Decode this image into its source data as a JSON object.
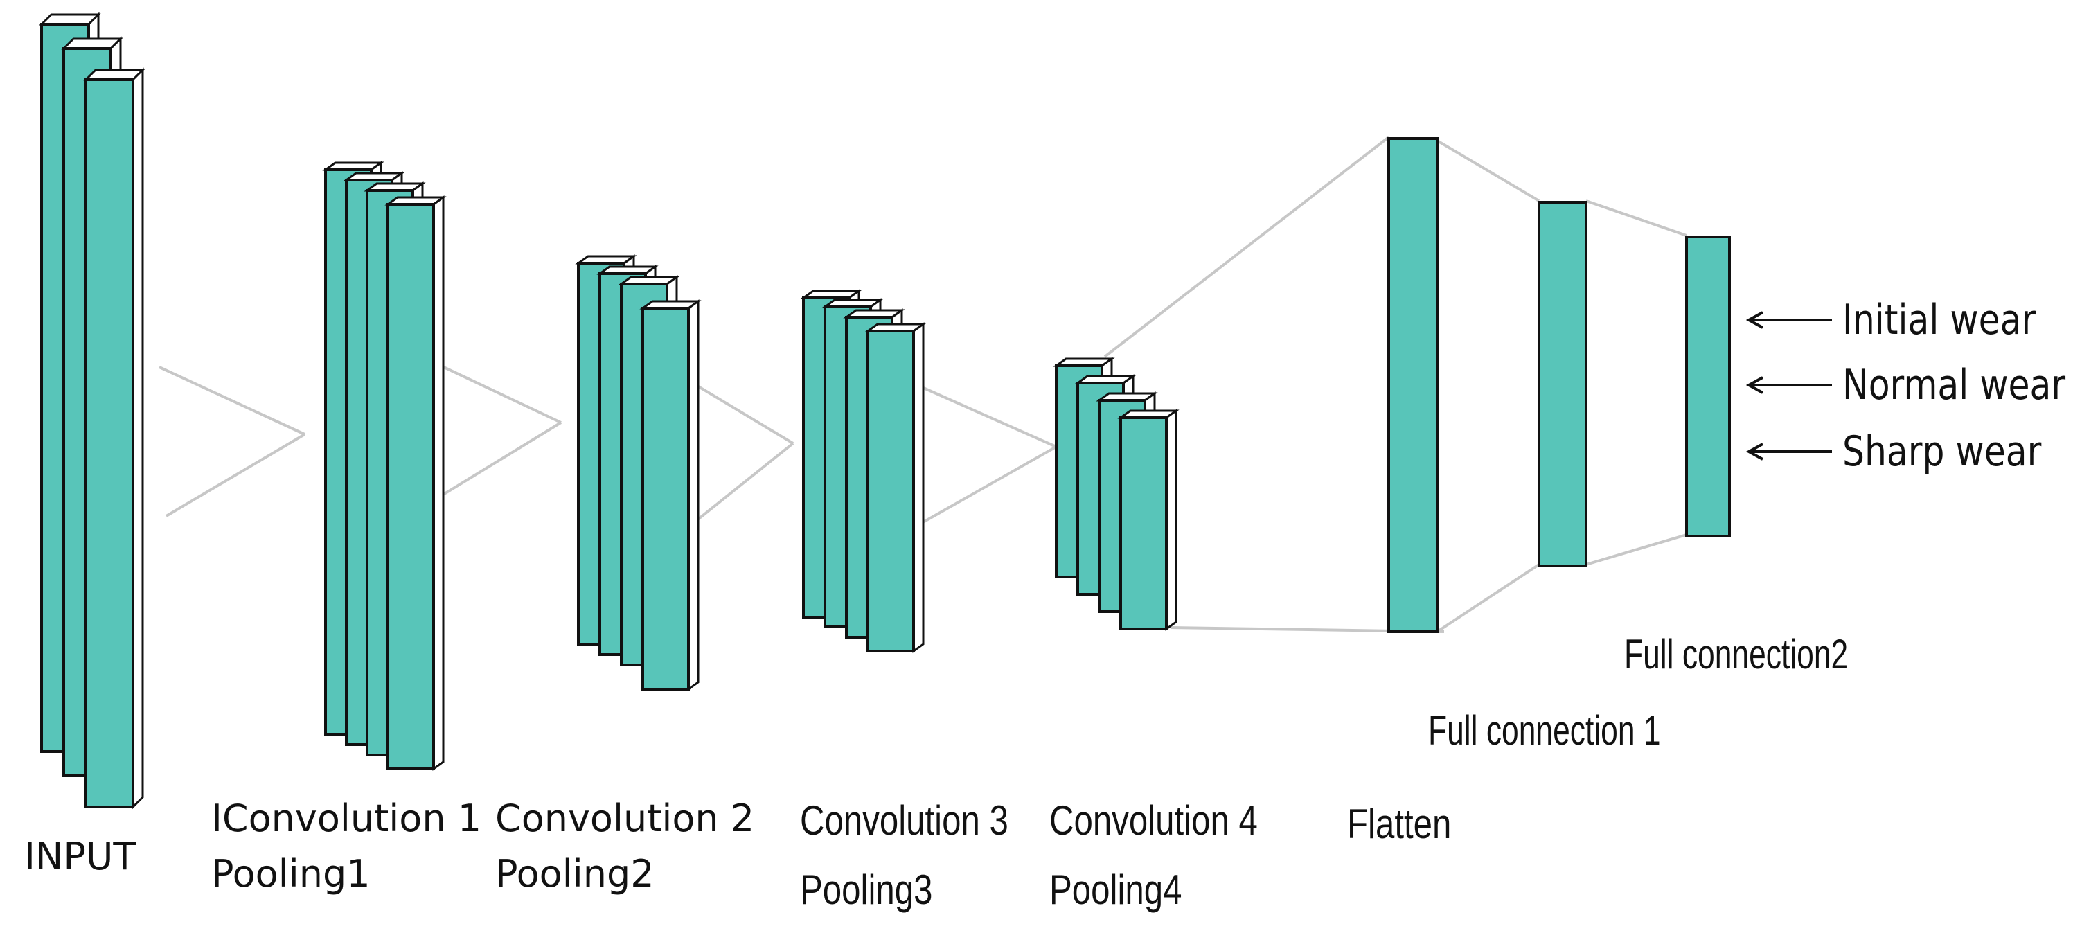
{
  "colors": {
    "layer_fill": "#58c5b9",
    "outline": "#111111",
    "connector": "#c7c7c7",
    "label": "#111111"
  },
  "layers": [
    {
      "id": "input",
      "lines": [
        "INPUT"
      ]
    },
    {
      "id": "conv1",
      "lines": [
        "IConvolution 1",
        "Pooling1"
      ]
    },
    {
      "id": "conv2",
      "lines": [
        "Convolution 2",
        "Pooling2"
      ]
    },
    {
      "id": "conv3",
      "lines": [
        "Convolution 3",
        "Pooling3"
      ]
    },
    {
      "id": "conv4",
      "lines": [
        "Convolution 4",
        "Pooling4"
      ]
    },
    {
      "id": "flatten",
      "lines": [
        "Flatten"
      ]
    },
    {
      "id": "fc1",
      "lines": [
        "Full connection 1"
      ]
    },
    {
      "id": "fc2",
      "lines": [
        "Full connection2"
      ]
    }
  ],
  "outputs": [
    {
      "label": "Initial wear",
      "icon": "arrow-left-icon"
    },
    {
      "label": "Normal wear",
      "icon": "arrow-left-icon"
    },
    {
      "label": "Sharp wear",
      "icon": "arrow-left-icon"
    }
  ]
}
